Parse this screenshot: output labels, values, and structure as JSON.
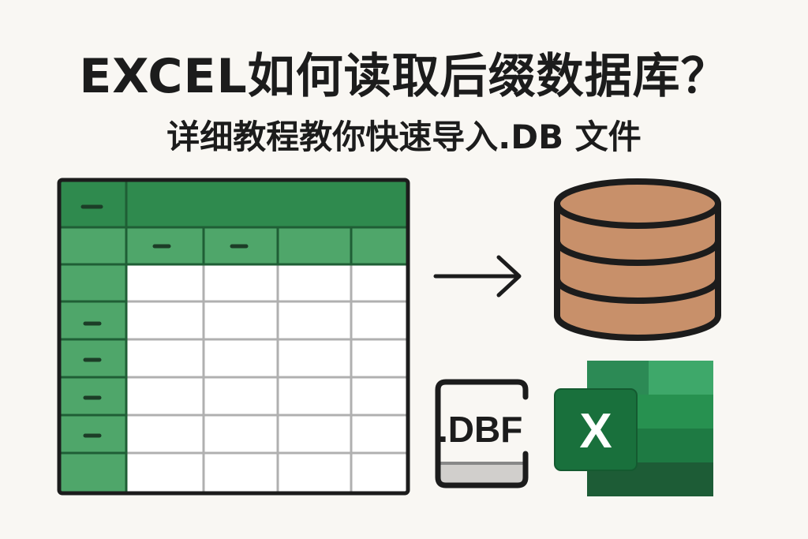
{
  "header": {
    "title": "EXCEL如何读取后缀数据库？",
    "subtitle": "详细教程教你快速导入.DB 文件"
  },
  "file_icon": {
    "label": ".DBF"
  },
  "excel_icon": {
    "letter": "X"
  },
  "colors": {
    "background": "#f9f7f3",
    "excel_dark_green": "#2f8a4e",
    "excel_light_green": "#4fa66a",
    "database_fill": "#c8906a"
  },
  "icons": [
    "spreadsheet-icon",
    "arrow-right-icon",
    "database-icon",
    "dbf-file-icon",
    "excel-logo-icon"
  ]
}
